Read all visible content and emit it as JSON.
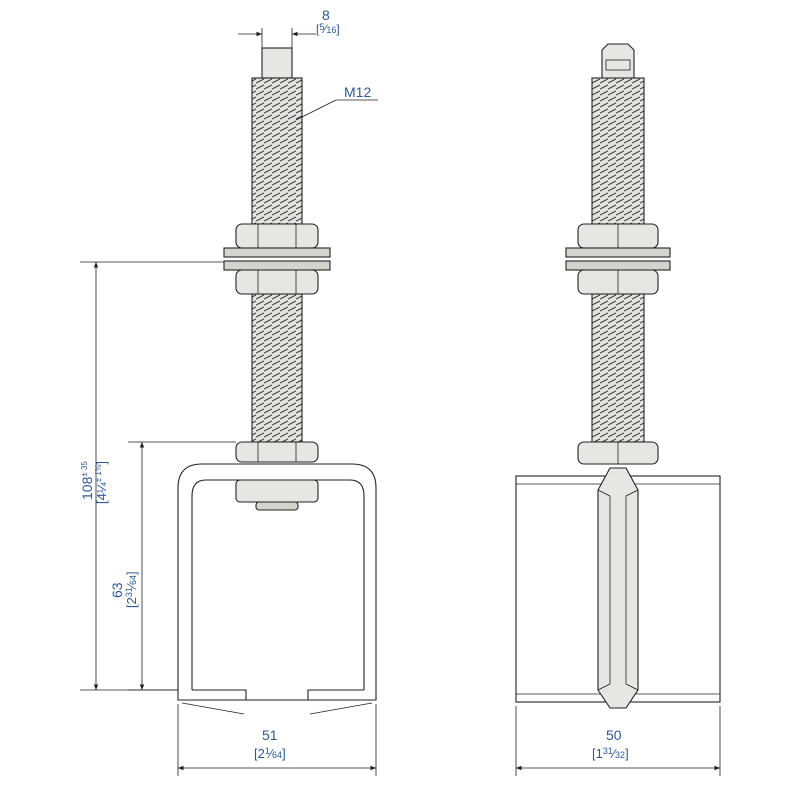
{
  "labels": {
    "thread_spec": "M12",
    "tip_width": "8",
    "tip_width_in_num": "5",
    "tip_width_in_den": "16",
    "overall_height": "108",
    "overall_height_tol": "± 35",
    "overall_height_in": "4¼",
    "overall_height_in_tol": "± 1⅜",
    "channel_height": "63",
    "channel_height_in_whole": "2",
    "channel_height_in_num": "31",
    "channel_height_in_den": "64",
    "front_width": "51",
    "front_width_in_whole": "2",
    "front_width_in_num": "1",
    "front_width_in_den": "64",
    "side_width": "50",
    "side_width_in_whole": "1",
    "side_width_in_num": "31",
    "side_width_in_den": "32"
  },
  "colors": {
    "dimension_text": "#2b5a9a",
    "outline": "#222222",
    "metal_fill": "#e6e6e2"
  }
}
